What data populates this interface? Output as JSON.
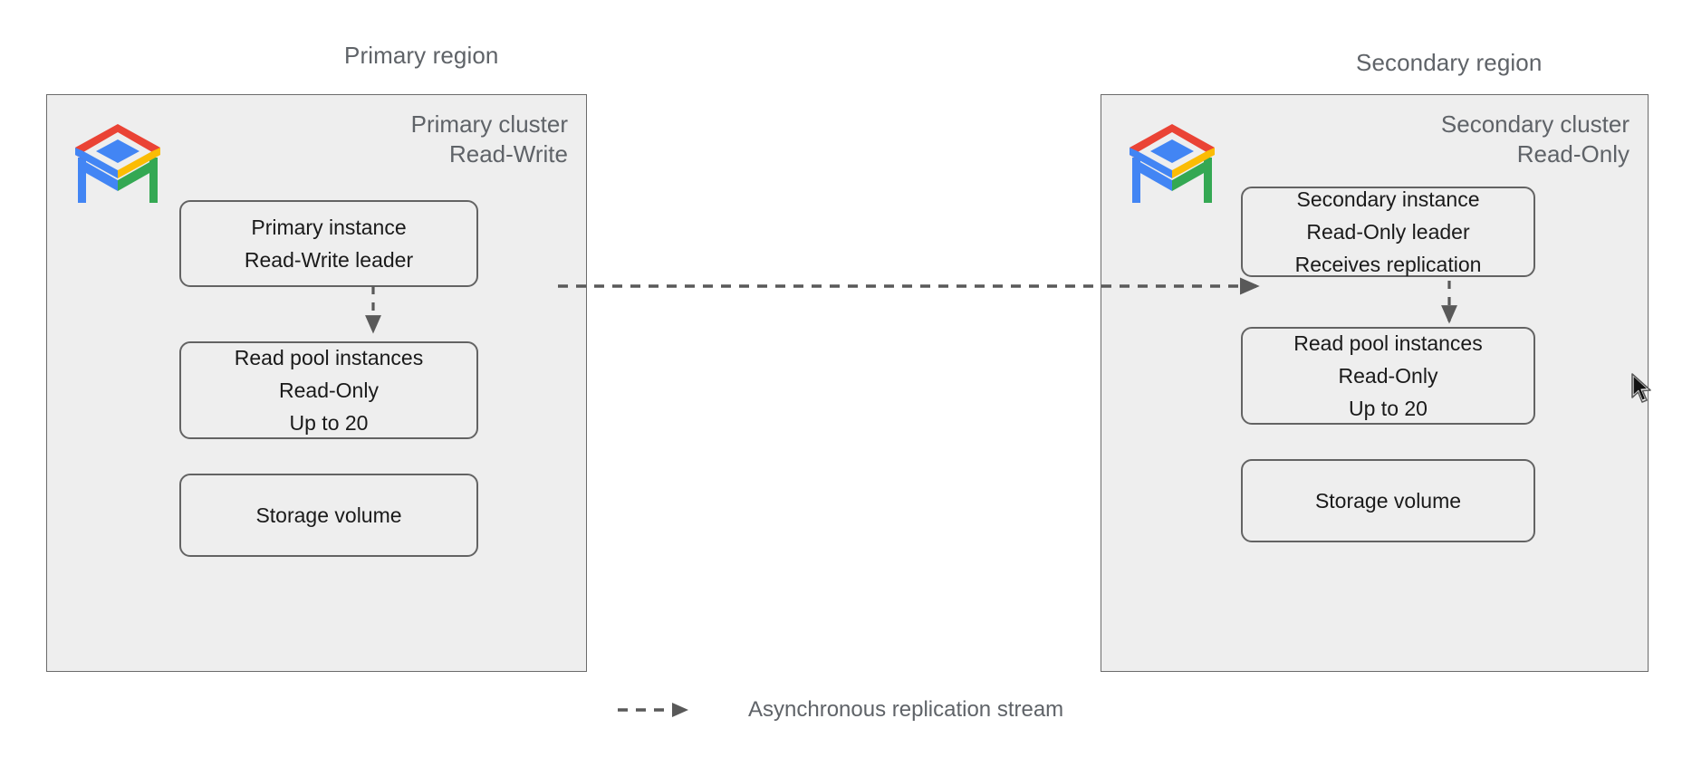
{
  "diagram": {
    "title_primary_region": "Primary region",
    "title_secondary_region": "Secondary region",
    "background_color": "#ffffff",
    "cluster_fill": "#eeeeee",
    "cluster_border": "#6b6b6b",
    "node_border": "#636363",
    "label_color": "#5f6368",
    "node_text_color": "#1a1a1a",
    "connector_color": "#595959"
  },
  "logo": {
    "name": "alloydb-logo",
    "colors": {
      "red": "#ea4335",
      "yellow": "#fbbc04",
      "green": "#34a853",
      "blue": "#4285f4"
    }
  },
  "primary_cluster": {
    "header": "Primary cluster\nRead-Write",
    "nodes": [
      {
        "id": "primary-instance",
        "text": "Primary instance\nRead-Write leader"
      },
      {
        "id": "primary-read-pool",
        "text": "Read pool instances\nRead-Only\nUp to 20"
      },
      {
        "id": "primary-storage",
        "text": "Storage volume"
      }
    ]
  },
  "secondary_cluster": {
    "header": "Secondary cluster\nRead-Only",
    "nodes": [
      {
        "id": "secondary-instance",
        "text": "Secondary instance\nRead-Only leader\nReceives replication"
      },
      {
        "id": "secondary-read-pool",
        "text": "Read pool instances\nRead-Only\nUp to 20"
      },
      {
        "id": "secondary-storage",
        "text": "Storage volume"
      }
    ]
  },
  "legend": {
    "label": "Asynchronous replication stream",
    "style": "dashed-arrow"
  }
}
